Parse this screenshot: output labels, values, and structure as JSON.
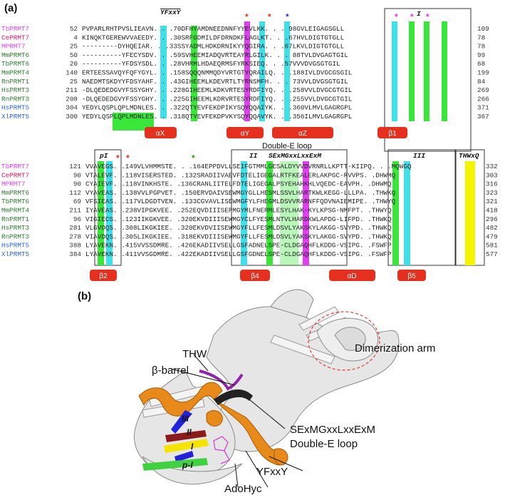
{
  "panels": {
    "a": "(a)",
    "b": "(b)"
  },
  "colors": {
    "magenta_species": "#e040fb",
    "pink_species": "#d81b60",
    "green_species": "#2e7d32",
    "blue_species": "#2962ff",
    "mammal_red": "#e53935",
    "hl_green": "#39e639",
    "hl_cyan": "#40e0e8",
    "hl_magenta": "#e040f0",
    "hl_yellow": "#f5f500",
    "helix_red": "#e53020",
    "cartoon_orange": "#e88a1a"
  },
  "block1": {
    "motif_top": "YFxxY",
    "rows": [
      {
        "name": "TbPRMT7",
        "start": "52",
        "seq": "PVPARLRHTPVSLIEAVN. . .70DFHYAMDNEEDNNFYYEVLKK. . . 98GVLEIGAGSGLL",
        "end": "109"
      },
      {
        "name": "CePRMT7",
        "start": "4",
        "seq": "KINQKTGEREWVVAEEDY. . .30SRFGDMILDFDRNDKFLAGLKT. . .67HVLDIGTGTGLL",
        "end": "78"
      },
      {
        "name": "MPRMT7",
        "start": "25",
        "seq": "---------DYHQEIAR. . .33SSYADMLHDKDRNIKYYQGIRA. . .67LKVLDIGTGTGLL",
        "end": "78"
      },
      {
        "name": "MmPRMT6",
        "start": "50",
        "seq": "----------YFECYSDV. . .59SVHEEMIADQVRTEAYRLGILK. . . 88TVLDVGAGTGIL",
        "end": "99"
      },
      {
        "name": "TbPRMT6",
        "start": "20",
        "seq": "----------YFDSYSDL. . .28VHRMLHDAEQRMSFYRKSIEQ. . .57VVVDVGSGTGIL",
        "end": "68"
      },
      {
        "name": "MmPRMT4",
        "start": "140",
        "seq": "ERTEESSAVQYFQFYGYL. . .158SQQQNMMQDYVRTGTYQRAILQ. . .188IVLDVGCGSGIL",
        "end": "199"
      },
      {
        "name": "RnPRMT1",
        "start": "25",
        "seq": "NAEDMTSKDYYFDSYAHF. . .43GIHEEMLKDEVRTLTYRNSMFH. . . 73VVLDVGSGTGIL",
        "end": "84"
      },
      {
        "name": "HsPRMT3",
        "start": "211",
        "seq": "-DLQEDEDGVYFSSYGHY. . .228GIHEEMLKDKVRTESYRDFIYQ. . .258VVLDVGCGTGIL",
        "end": "269"
      },
      {
        "name": "RnPRMT3",
        "start": "208",
        "seq": "-DLQEDEDGVYFSSYGHY. . .225GIHEEMLKDRVRTESYRDFIYQ. . .255VVLDVGCGTGIL",
        "end": "266"
      },
      {
        "name": "HsPRMT5",
        "start": "304",
        "seq": "YEDYLQSPLQPLMDNLES. . .322QTYEVFEKDPIKYSQYQQAIYK. . .360VLMVLGAGRGPL",
        "end": "371"
      },
      {
        "name": "XlPRMT5",
        "start": "300",
        "seq": "YEDYLQSPLQPLMDNLES. . .318QTYEVFEKDPVKYSQYQQAVYK. . .356ILMVLGAGRGPL",
        "end": "367"
      }
    ],
    "ss": [
      "αX",
      "αY",
      "αZ",
      "β1"
    ],
    "loop_label": "Double-E loop",
    "motif_I": "I"
  },
  "block2": {
    "motif_pI": "pI",
    "motif_II": "II",
    "motif_sex": "SExMGxxLxxExM",
    "motif_III": "III",
    "motif_thw": "THWxQ",
    "rows": [
      {
        "name": "TbPRMT7",
        "start": "121",
        "seq": "VVAVEGS. .149VLVHMMSTE. . .164EPPDVLLSEIFGTMMLGESALDYVVDVRNRLLKPTT-KIIPQ. . .MQWGQ",
        "end": "332"
      },
      {
        "name": "CePRMT7",
        "start": "90",
        "seq": "VTALEVF. .118VISERSTED. .132SRADIIVAEVFDTELIGEGALRTFKEALERLAKPGC-RVVPS. .DHWMQ",
        "end": "303"
      },
      {
        "name": "MPRMT7",
        "start": "90",
        "seq": "CYAIEVF. .118VINKHSTE. .136CRANLIITELFDTELIGEGALPSYEHAHKHLVQEDC-EAVPH. .DHWMQ",
        "end": "316"
      },
      {
        "name": "MmPRMT6",
        "start": "112",
        "seq": "VYAVEAS. .138VVLPGPVET. .150ERVDAIVSEWMGYGLLHESMLSSVLHARTKWLKEGG-LLLPA. .THWKQ",
        "end": "323"
      },
      {
        "name": "TbPRMT6",
        "start": "69",
        "seq": "VFSIEAS. .117VLDGDTVEN. .133CGVAVLISEWMGFYLFHEGMLDSVVRARNFFQDVNAIEMIPE. .THWYQ",
        "end": "321"
      },
      {
        "name": "MmPRMT4",
        "start": "211",
        "seq": "IYAVEAS. .238VIPGKVEE. .252EQVDIIISEPMGYMLFNERMLESYLHAK-KYLKPSG-NMFPT. .THWYQ",
        "end": "418"
      },
      {
        "name": "RnPRMT1",
        "start": "96",
        "seq": "VIGIECS. .123IIKGKVEE. .320EKVDIIISEWMGYCLFYESMLNTVLHARDKWLAPDG-LIFPD. .THWKQ",
        "end": "296"
      },
      {
        "name": "HsPRMT3",
        "start": "281",
        "seq": "VLGVDQS. .308LIKGKIEE. .320EKVDVIISEWMGYFLLFESMLDSVLYAKSKYLAKGG-SVYPD. .THWKQ",
        "end": "482"
      },
      {
        "name": "RnPRMT3",
        "start": "278",
        "seq": "VIAVDQS. .305LIKGKIEE. .318EKVDIIISEWMGYFLLFESMLDSVLYAKSKYLAKGG-SVYPD. .THWKQ",
        "end": "479"
      },
      {
        "name": "HsPRMT5",
        "start": "388",
        "seq": "LYAVEKN. .415VVSSDMRE. .426EKADIIVSELLGSFADNELSPE-CLDGAQHFLKDDG-VSIPG. .FSWFP",
        "end": "581"
      },
      {
        "name": "XlPRMT5",
        "start": "384",
        "seq": "LYAVEKN. .411VVSGDMRE. .422EKADIIVSELLGSFGDNELSPE-CLDGAQHFLKDDG-VSIPG. .FSWFP",
        "end": "577"
      }
    ],
    "ss": [
      "β2",
      "β4",
      "αD",
      "β5"
    ]
  },
  "structure_labels": {
    "dimerization": "Dimerization arm",
    "thw": "THW",
    "barrel": "β-barrel",
    "sex_motif": "SExMGxxLxxExM",
    "double_e": "Double-E loop",
    "yfxxy": "YFxxY",
    "adohyc": "AdoHyc",
    "strand_III": "III",
    "strand_II": "II",
    "strand_I": "I",
    "strand_pI": "p-I"
  }
}
